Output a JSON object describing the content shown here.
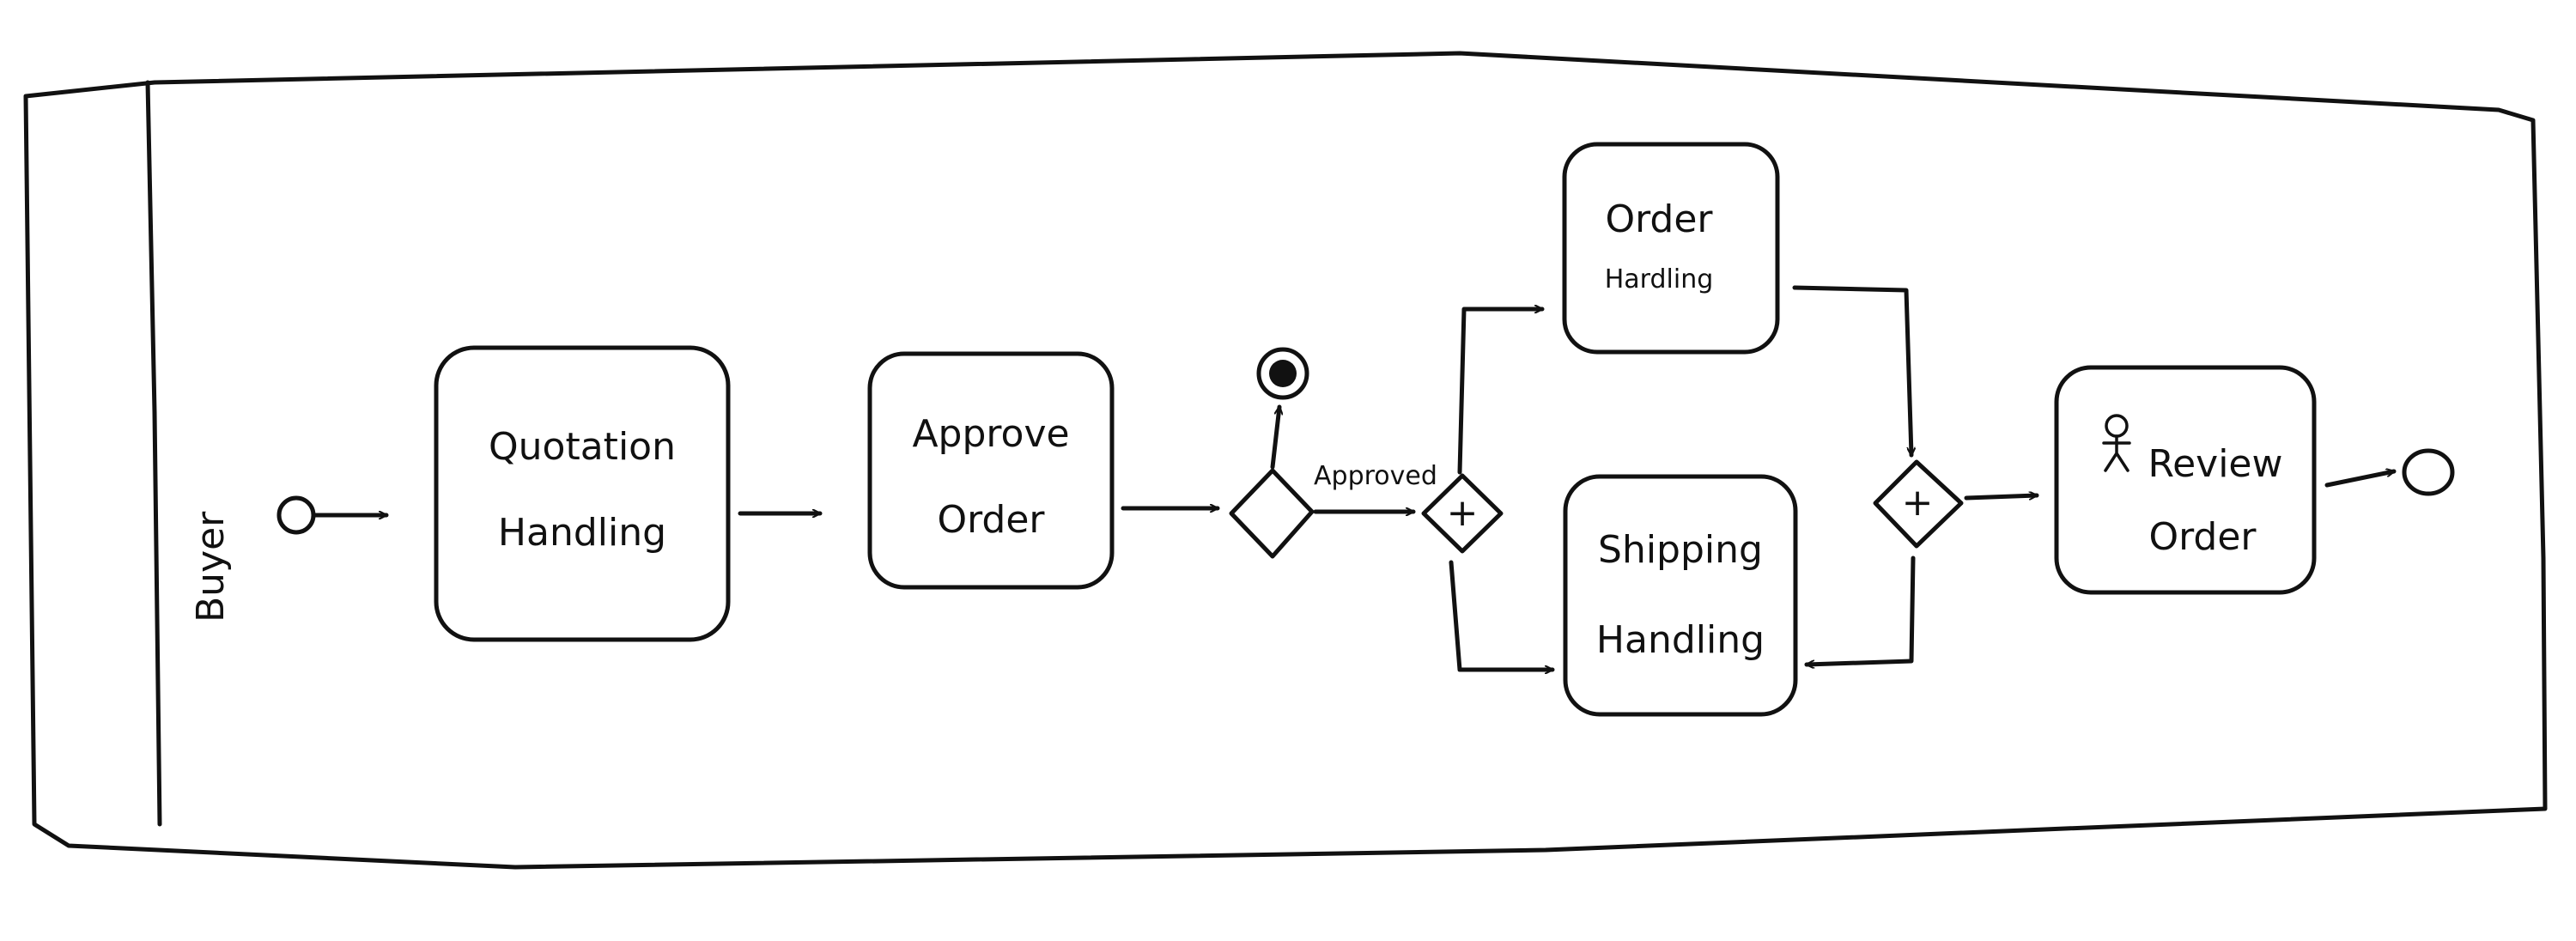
{
  "pool": {
    "lane_label": "Buyer"
  },
  "tasks": {
    "quotation": [
      "Quotation",
      "Handling"
    ],
    "approve": [
      "Approve",
      "Order"
    ],
    "order_handling": [
      "Order",
      "Hardling"
    ],
    "shipping": [
      "Shipping",
      "Handling"
    ],
    "review": [
      "Review",
      "Order"
    ]
  },
  "flows": {
    "approved_label": "Approved"
  },
  "gateways": {
    "parallel_symbol": "+"
  },
  "icons": {
    "start": "start-event-icon",
    "end": "end-event-icon",
    "terminate": "terminate-end-event-icon",
    "user": "user-task-icon"
  }
}
